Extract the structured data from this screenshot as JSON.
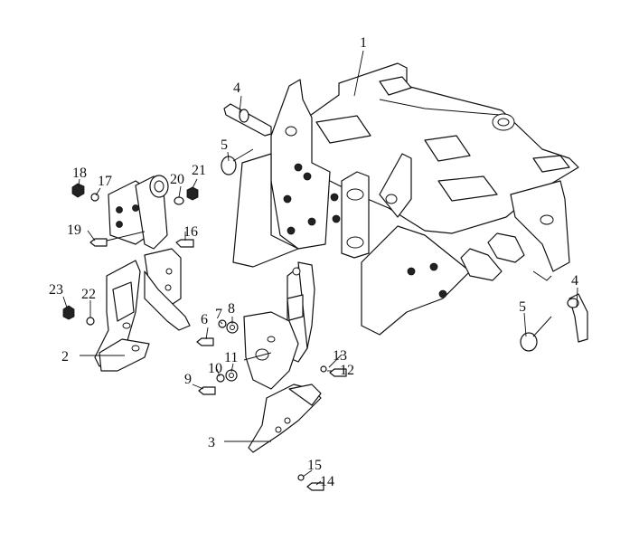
{
  "callouts": {
    "c1": "1",
    "c2": "2",
    "c3": "3",
    "c4a": "4",
    "c4b": "4",
    "c5a": "5",
    "c5b": "5",
    "c6": "6",
    "c7": "7",
    "c8": "8",
    "c9": "9",
    "c10": "10",
    "c11": "11",
    "c12": "12",
    "c13": "13",
    "c14": "14",
    "c15": "15",
    "c16": "16",
    "c17": "17",
    "c18": "18",
    "c19": "19",
    "c20": "20",
    "c21": "21",
    "c22": "22",
    "c23": "23"
  }
}
